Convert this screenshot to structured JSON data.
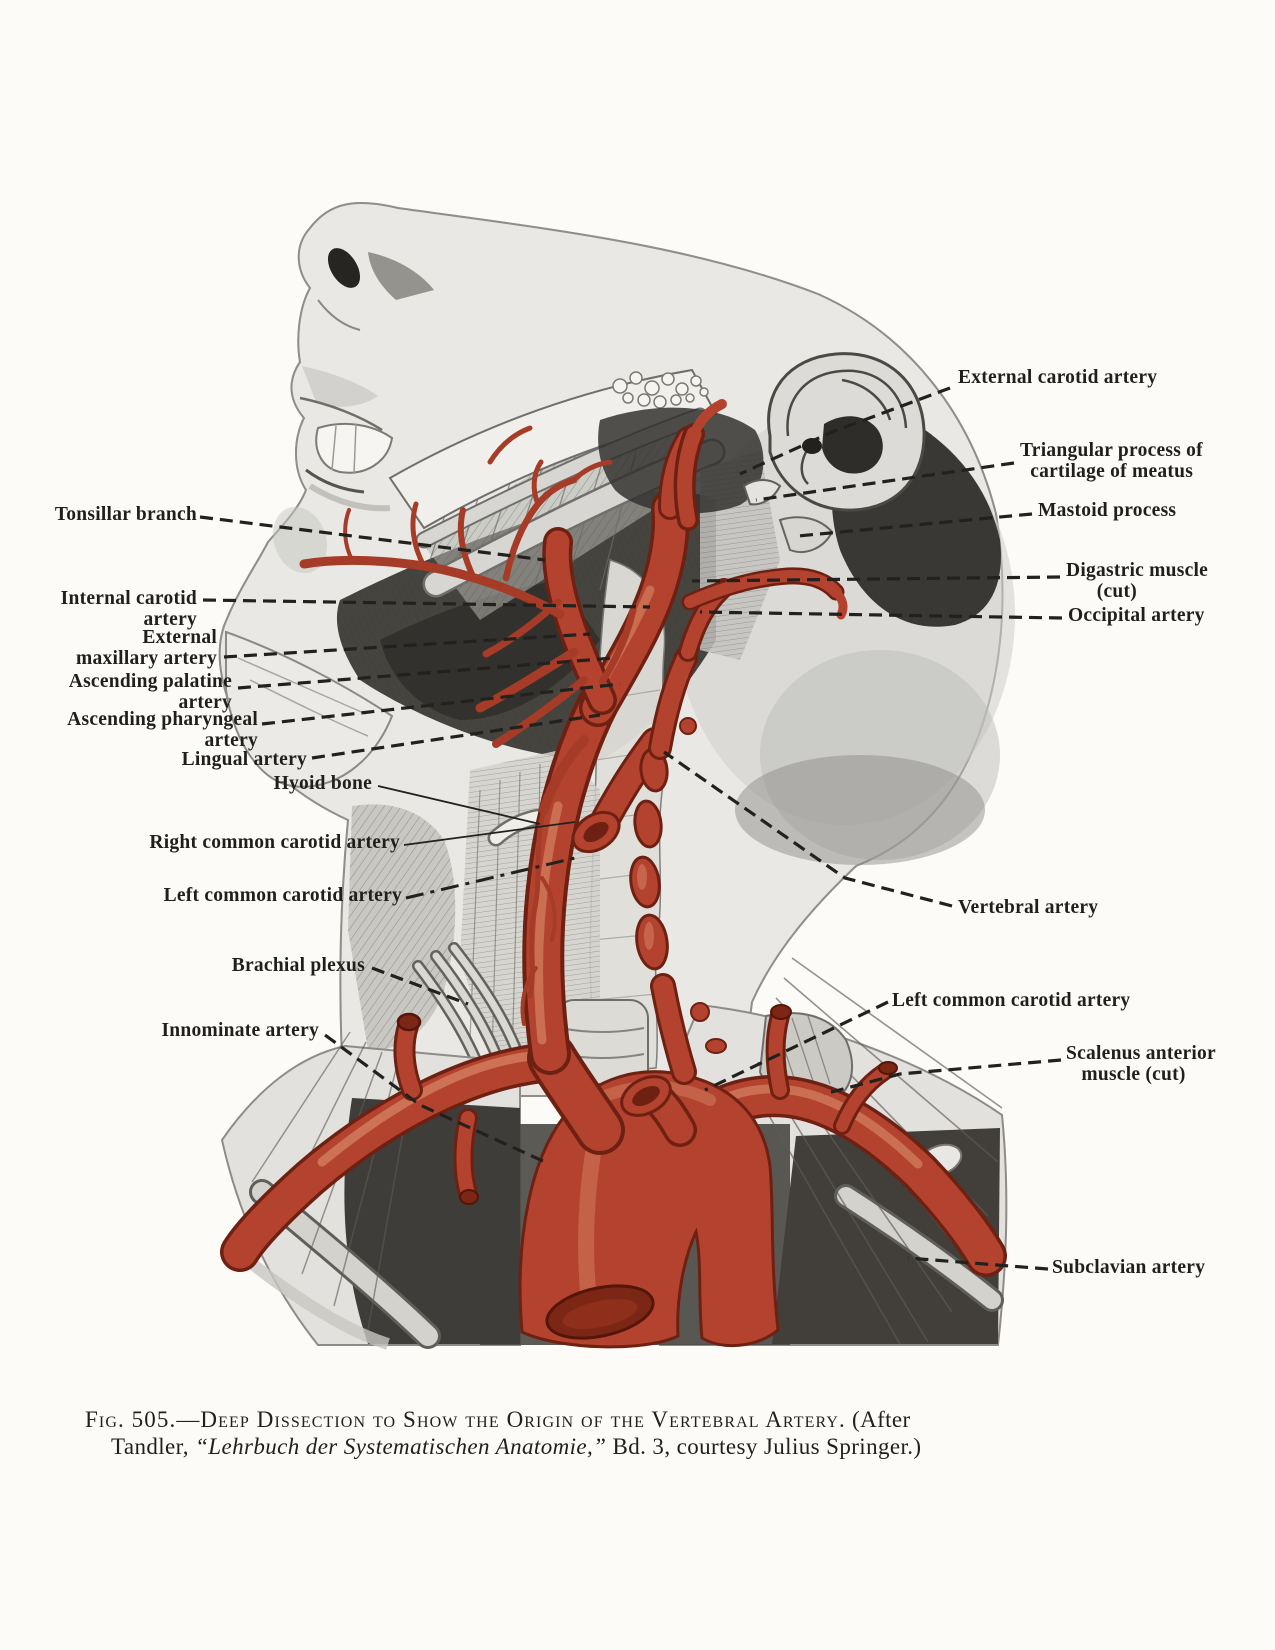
{
  "figure_number": "505",
  "labels": {
    "left": [
      {
        "id": "tonsillar-branch",
        "text": "Tonsillar branch"
      },
      {
        "id": "internal-carotid-artery",
        "text": "Internal carotid\n    artery"
      },
      {
        "id": "external-maxillary-artery",
        "text": "External\n  maxillary artery"
      },
      {
        "id": "ascending-palatine-artery",
        "text": "Ascending palatine\n      artery"
      },
      {
        "id": "ascending-pharyngeal-artery",
        "text": "Ascending pharyngeal\n     artery"
      },
      {
        "id": "lingual-artery",
        "text": "Lingual artery"
      },
      {
        "id": "hyoid-bone",
        "text": "Hyoid bone"
      },
      {
        "id": "right-common-carotid-artery",
        "text": "Right common carotid artery"
      },
      {
        "id": "left-common-carotid-artery",
        "text": "Left common carotid artery"
      },
      {
        "id": "brachial-plexus",
        "text": "Brachial plexus"
      },
      {
        "id": "innominate-artery",
        "text": "Innominate artery"
      }
    ],
    "right": [
      {
        "id": "external-carotid-artery",
        "text": "External carotid artery"
      },
      {
        "id": "triangular-process",
        "text": "Triangular process of\n  cartilage of meatus"
      },
      {
        "id": "mastoid-process",
        "text": "Mastoid process"
      },
      {
        "id": "digastric-muscle-cut",
        "text": "Digastric muscle\n      (cut)"
      },
      {
        "id": "occipital-artery",
        "text": "Occipital artery"
      },
      {
        "id": "vertebral-artery",
        "text": "Vertebral artery"
      },
      {
        "id": "left-common-carotid-artery-2",
        "text": "Left common carotid artery"
      },
      {
        "id": "scalenus-anterior-muscle-cut",
        "text": "Scalenus anterior\n   muscle (cut)"
      },
      {
        "id": "subclavian-artery",
        "text": "Subclavian artery"
      }
    ]
  },
  "caption": {
    "line1_smallcaps": "Fig. 505.—Deep Dissection to Show the Origin of the Vertebral Artery.",
    "line1_rest": "  (After",
    "line2_pre": "Tandler, ",
    "line2_italic": "“Lehrbuch der Systematischen Anatomie,”",
    "line2_post": " Bd. 3, courtesy Julius Springer.)"
  },
  "colors": {
    "artery": "#b3432f",
    "artery_dark": "#6e2012",
    "artery_light": "#d68262",
    "ink": "#201f1c",
    "paper": "#fcfbf8"
  }
}
